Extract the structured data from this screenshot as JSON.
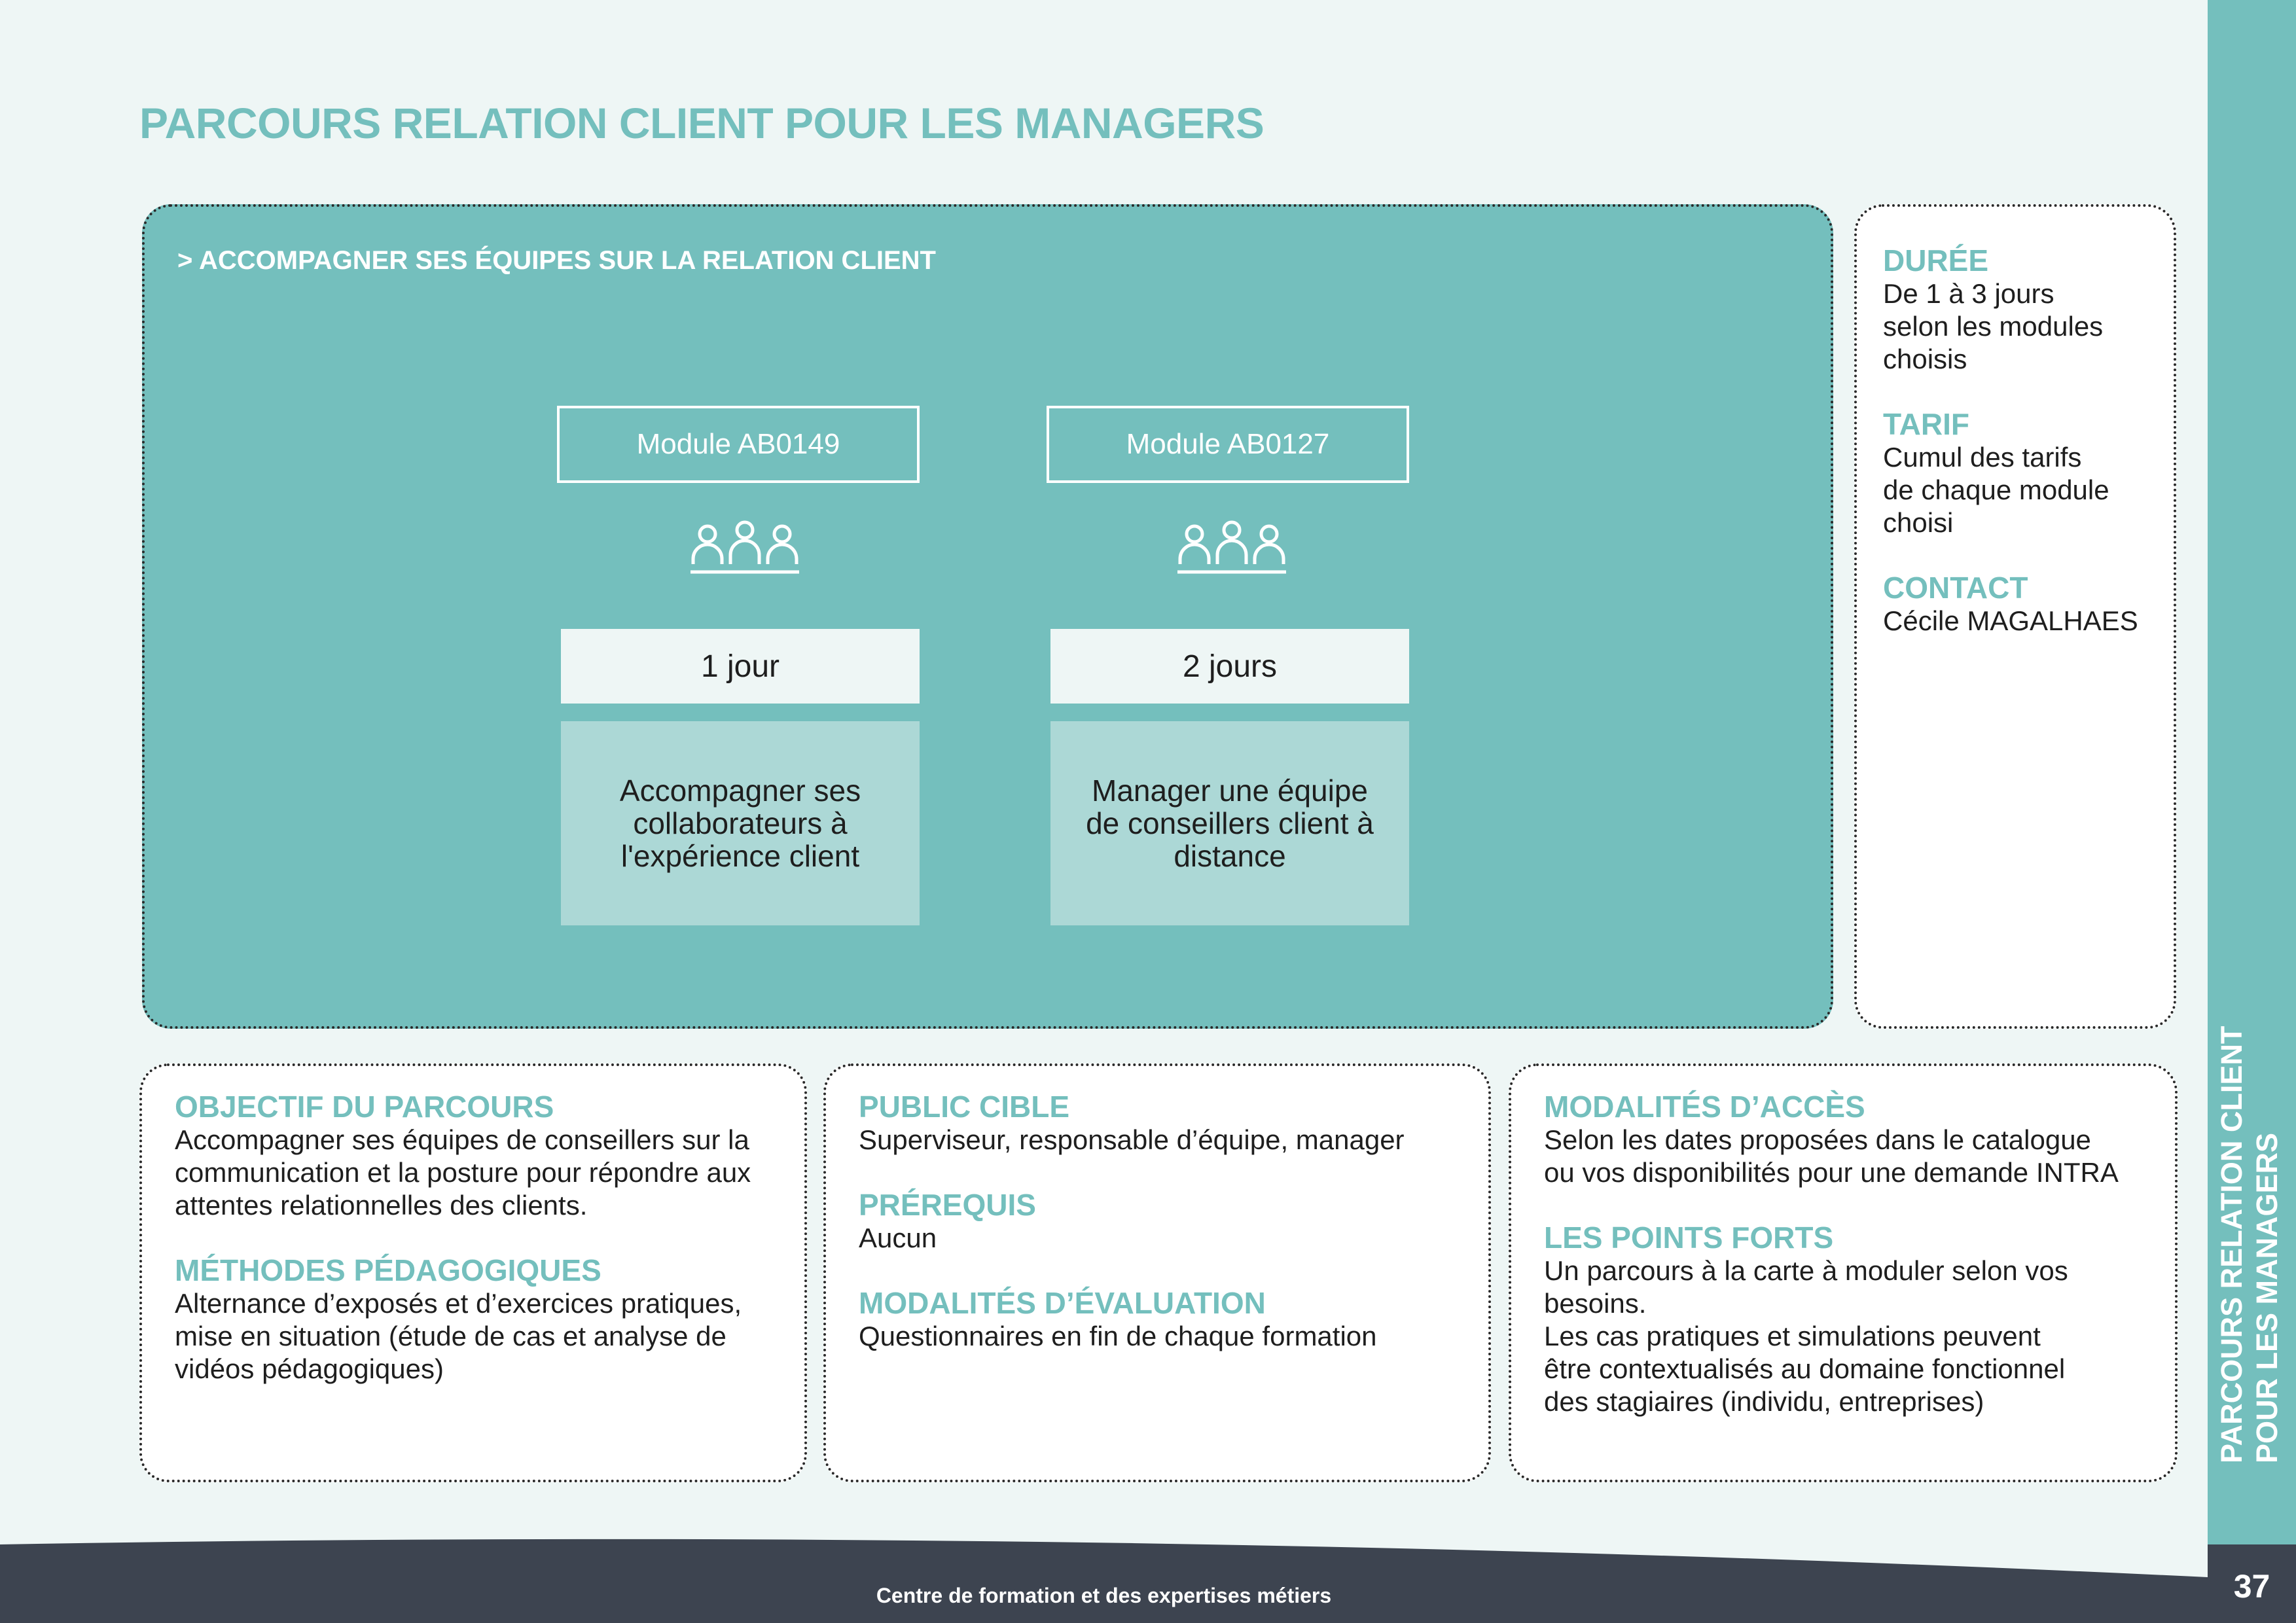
{
  "page": {
    "title": "PARCOURS RELATION CLIENT POUR LES MANAGERS",
    "side_label": "PARCOURS RELATION CLIENT\nPOUR LES MANAGERS",
    "footer": "Centre de formation et des expertises métiers",
    "page_number": "37"
  },
  "colors": {
    "accent": "#74bfbd",
    "light_accent": "#acd8d6",
    "background": "#eef6f5",
    "footer": "#3d4450"
  },
  "main": {
    "heading": "> ACCOMPAGNER SES ÉQUIPES SUR LA RELATION CLIENT",
    "modules": [
      {
        "code": "Module AB0149",
        "icon": "group-icon",
        "duration": "1 jour",
        "description": "Accompagner ses collaborateurs à l'expérience client"
      },
      {
        "code": "Module AB0127",
        "icon": "group-icon",
        "duration": "2 jours",
        "description": "Manager une équipe de conseillers client à distance"
      }
    ]
  },
  "info": {
    "duree_title": "DURÉE",
    "duree_text": "De 1 à 3 jours\nselon les modules\nchoisis",
    "tarif_title": "TARIF",
    "tarif_text": "Cumul des tarifs\nde chaque module\nchoisi",
    "contact_title": "CONTACT",
    "contact_text": "Cécile MAGALHAES"
  },
  "objectif": {
    "title": "OBJECTIF DU PARCOURS",
    "text": "Accompagner ses équipes de conseillers sur la\ncommunication et la posture pour répondre aux\nattentes relationnelles des clients.",
    "methodes_title": "MÉTHODES PÉDAGOGIQUES",
    "methodes_text": "Alternance d’exposés et d’exercices pratiques,\nmise en situation (étude de cas et analyse de\nvidéos pédagogiques)"
  },
  "public": {
    "title": "PUBLIC CIBLE",
    "text": "Superviseur, responsable d’équipe, manager",
    "prerequis_title": "PRÉREQUIS",
    "prerequis_text": "Aucun",
    "evaluation_title": "MODALITÉS D’ÉVALUATION",
    "evaluation_text": "Questionnaires en fin de chaque formation"
  },
  "modalites": {
    "title": "MODALITÉS D’ACCÈS",
    "text": "Selon les dates proposées dans le catalogue\nou vos disponibilités pour une demande INTRA",
    "points_title": "LES POINTS FORTS",
    "points_text": "Un parcours à la carte à moduler selon vos\nbesoins.\nLes cas pratiques et simulations peuvent\nêtre contextualisés au domaine fonctionnel\ndes stagiaires (individu, entreprises)"
  }
}
